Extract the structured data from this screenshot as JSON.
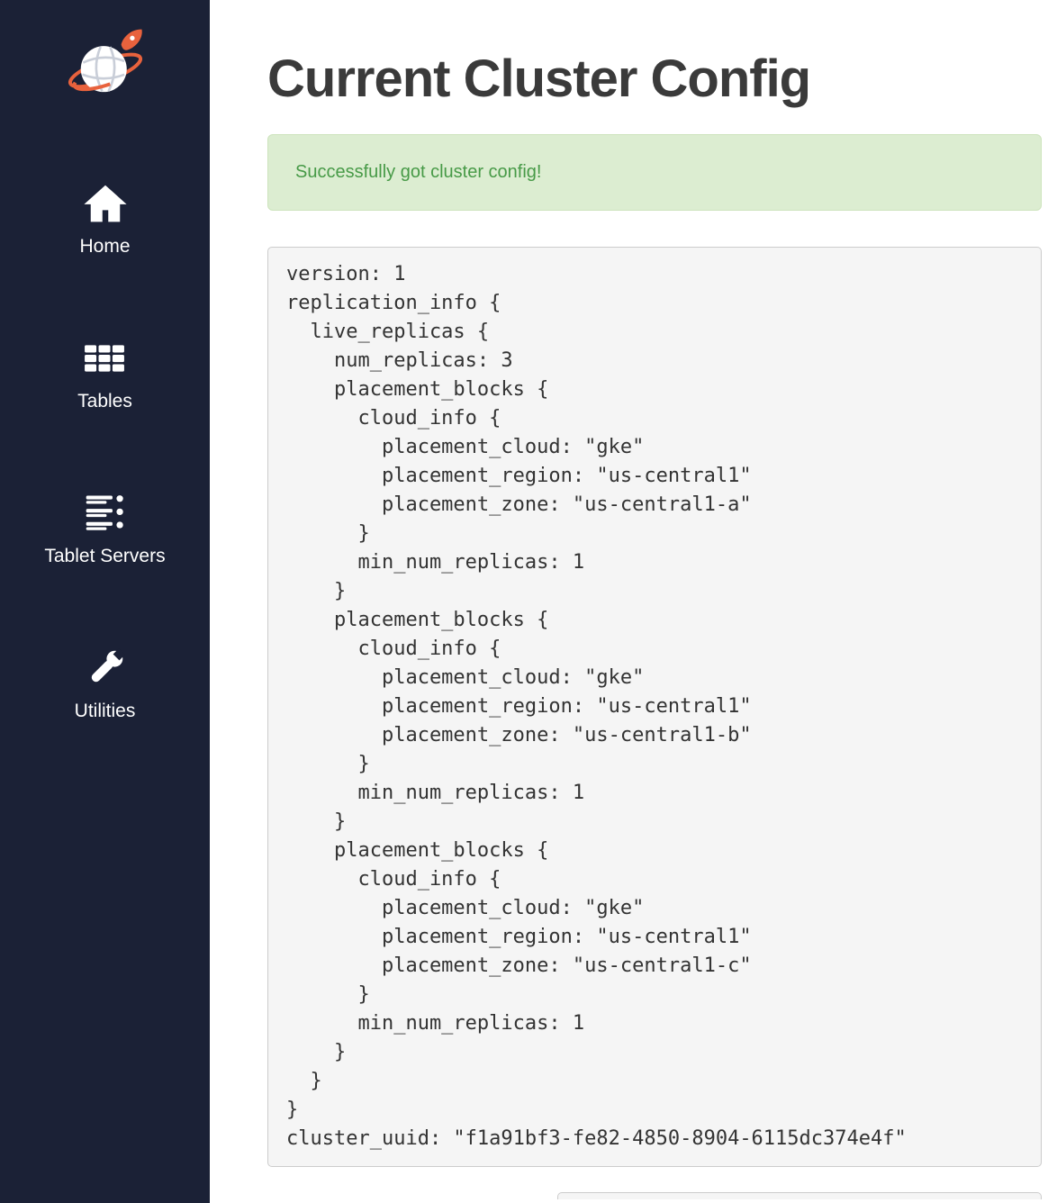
{
  "sidebar": {
    "items": [
      {
        "id": "home",
        "label": "Home"
      },
      {
        "id": "tables",
        "label": "Tables"
      },
      {
        "id": "tablet-servers",
        "label": "Tablet Servers"
      },
      {
        "id": "utilities",
        "label": "Utilities"
      }
    ]
  },
  "main": {
    "title": "Current Cluster Config",
    "alert": {
      "message": "Successfully got cluster config!"
    },
    "config_text": "version: 1\nreplication_info {\n  live_replicas {\n    num_replicas: 3\n    placement_blocks {\n      cloud_info {\n        placement_cloud: \"gke\"\n        placement_region: \"us-central1\"\n        placement_zone: \"us-central1-a\"\n      }\n      min_num_replicas: 1\n    }\n    placement_blocks {\n      cloud_info {\n        placement_cloud: \"gke\"\n        placement_region: \"us-central1\"\n        placement_zone: \"us-central1-b\"\n      }\n      min_num_replicas: 1\n    }\n    placement_blocks {\n      cloud_info {\n        placement_cloud: \"gke\"\n        placement_region: \"us-central1\"\n        placement_zone: \"us-central1-c\"\n      }\n      min_num_replicas: 1\n    }\n  }\n}\ncluster_uuid: \"f1a91bf3-fe82-4850-8904-6115dc374e4f\""
  },
  "colors": {
    "sidebar_bg": "#1b2136",
    "accent_orange": "#e8623d",
    "alert_bg": "#dcedd1",
    "alert_text": "#479a47",
    "panel_bg": "#f5f5f5",
    "panel_border": "#cccccc"
  }
}
